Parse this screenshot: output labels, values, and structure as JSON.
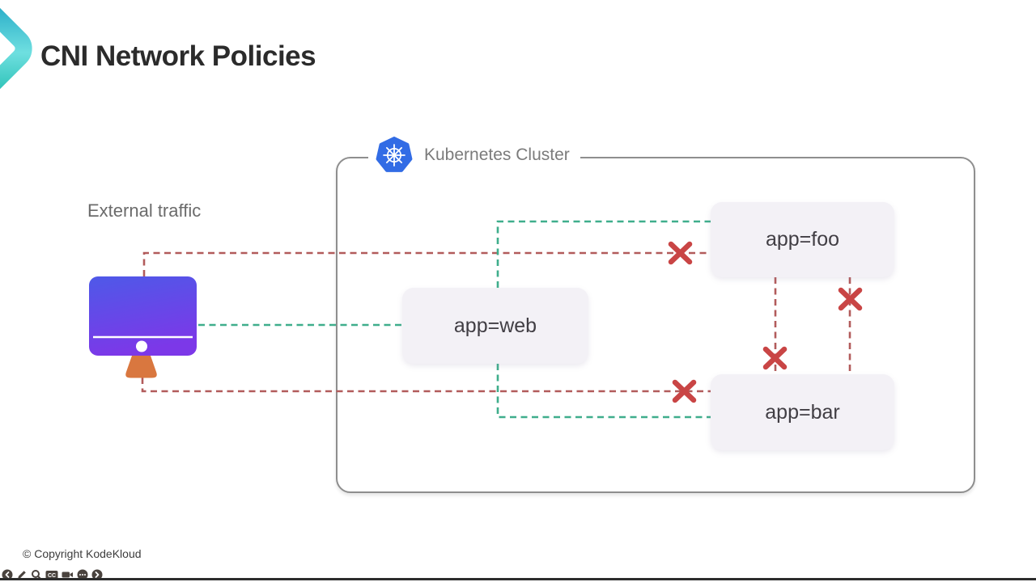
{
  "header": {
    "title": "CNI Network Policies"
  },
  "diagram": {
    "external_traffic_label": "External traffic",
    "cluster": {
      "label": "Kubernetes Cluster"
    },
    "nodes": {
      "web": "app=web",
      "foo": "app=foo",
      "bar": "app=bar"
    },
    "colors": {
      "allowed_line": "#3fae8c",
      "blocked_line": "#b25b5b",
      "blocked_x": "#c94545",
      "node_fill": "#f3f1f6",
      "cluster_border": "#8e8e8e",
      "k8s_blue": "#326ce5",
      "monitor_top": "#4e59e8",
      "monitor_bottom": "#7c38e8",
      "monitor_stand": "#d9773f",
      "brand_teal": "#35b8c4"
    }
  },
  "footer": {
    "copyright": "© Copyright KodeKloud"
  },
  "toolbar": {
    "icons": [
      "back",
      "annotate",
      "search",
      "closed-captions",
      "camera",
      "more",
      "next"
    ]
  }
}
